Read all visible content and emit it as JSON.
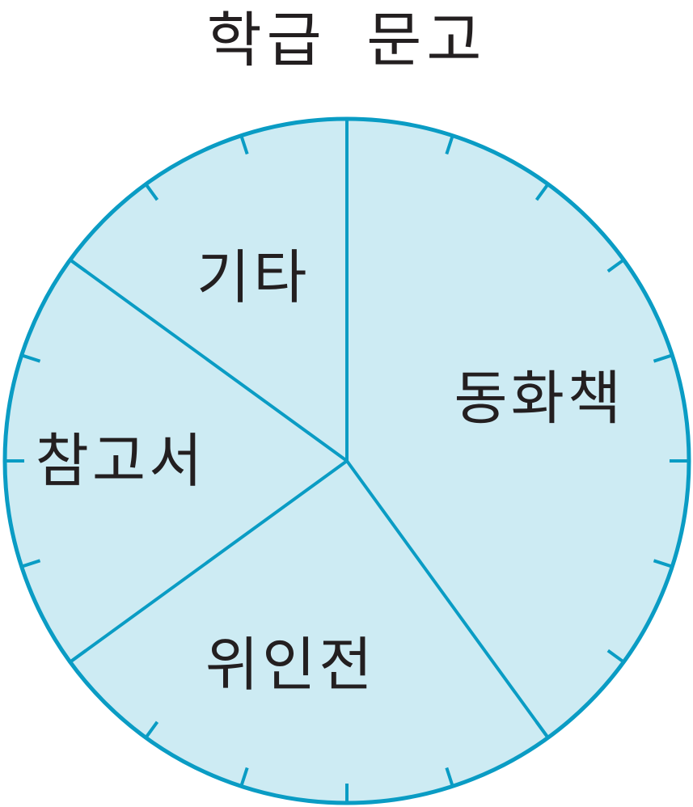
{
  "chart_data": {
    "type": "pie",
    "title": "학급 문고",
    "categories": [
      "동화책",
      "위인전",
      "참고서",
      "기타"
    ],
    "values": [
      40,
      25,
      20,
      15
    ],
    "tick_count": 20,
    "start_angle": "top",
    "direction": "clockwise",
    "colors": {
      "fill": "#cdebf3",
      "stroke": "#0a9cc4",
      "text": "#231f20"
    }
  }
}
